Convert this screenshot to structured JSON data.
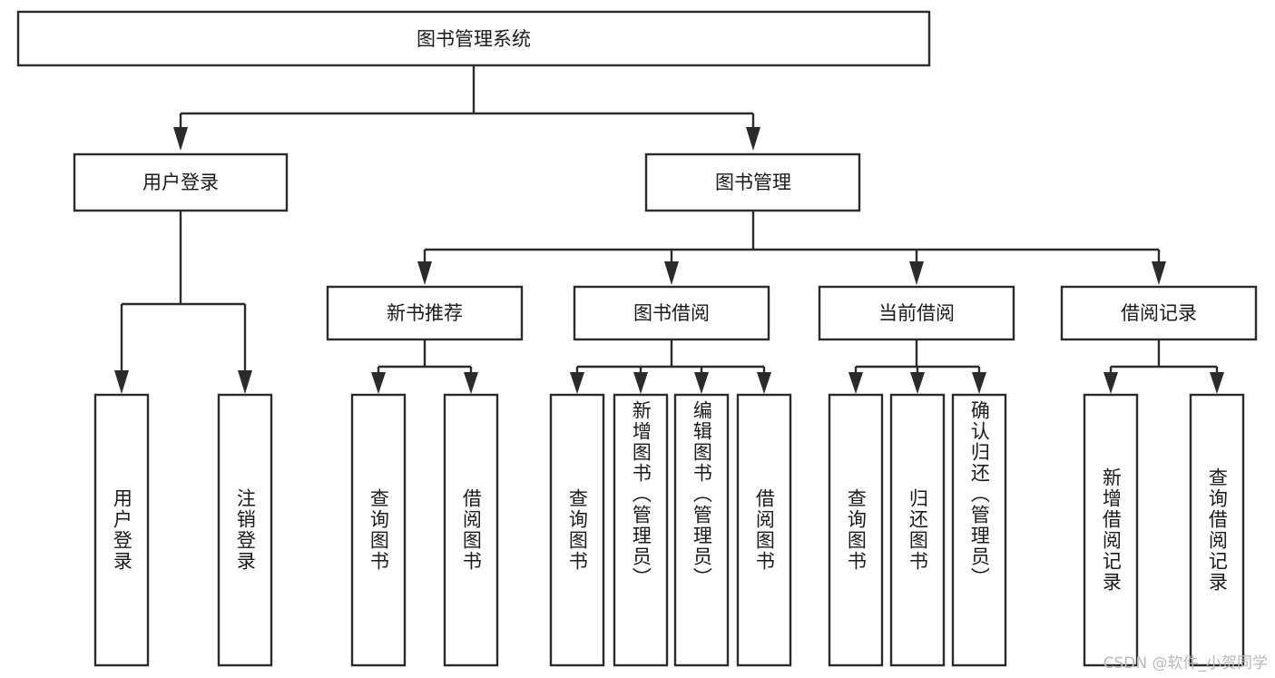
{
  "diagram": {
    "type": "tree",
    "title": "图书管理系统",
    "root": {
      "id": "root",
      "label": "图书管理系统",
      "orientation": "horizontal"
    },
    "level2": [
      {
        "id": "user-login",
        "label": "用户登录",
        "orientation": "horizontal"
      },
      {
        "id": "book-manage",
        "label": "图书管理",
        "orientation": "horizontal"
      }
    ],
    "level3": [
      {
        "id": "new-book-recommend",
        "label": "新书推荐",
        "orientation": "horizontal"
      },
      {
        "id": "book-borrow",
        "label": "图书借阅",
        "orientation": "horizontal"
      },
      {
        "id": "current-borrow",
        "label": "当前借阅",
        "orientation": "horizontal"
      },
      {
        "id": "borrow-record",
        "label": "借阅记录",
        "orientation": "horizontal"
      }
    ],
    "leaves": {
      "user-login": [
        {
          "id": "leaf-user-login",
          "label": "用户登录",
          "orientation": "vertical"
        },
        {
          "id": "leaf-logout",
          "label": "注销登录",
          "orientation": "vertical"
        }
      ],
      "new-book-recommend": [
        {
          "id": "leaf-query-book-1",
          "label": "查询图书",
          "orientation": "vertical"
        },
        {
          "id": "leaf-borrow-book-1",
          "label": "借阅图书",
          "orientation": "vertical"
        }
      ],
      "book-borrow": [
        {
          "id": "leaf-query-book-2",
          "label": "查询图书",
          "orientation": "vertical"
        },
        {
          "id": "leaf-add-book",
          "label": "新增图书（管理员）",
          "orientation": "vertical"
        },
        {
          "id": "leaf-edit-book",
          "label": "编辑图书（管理员）",
          "orientation": "vertical"
        },
        {
          "id": "leaf-borrow-book-2",
          "label": "借阅图书",
          "orientation": "vertical"
        }
      ],
      "current-borrow": [
        {
          "id": "leaf-query-book-3",
          "label": "查询图书",
          "orientation": "vertical"
        },
        {
          "id": "leaf-return-book",
          "label": "归还图书",
          "orientation": "vertical"
        },
        {
          "id": "leaf-confirm-return",
          "label": "确认归还（管理员）",
          "orientation": "vertical"
        }
      ],
      "borrow-record": [
        {
          "id": "leaf-add-record",
          "label": "新增借阅记录",
          "orientation": "vertical"
        },
        {
          "id": "leaf-query-record",
          "label": "查询借阅记录",
          "orientation": "vertical"
        }
      ]
    },
    "colors": {
      "box_fill": "#ffffff",
      "box_stroke": "#2b2b2b",
      "connector": "#2b2b2b",
      "text": "#1a1a1a",
      "watermark": "#b9b9b9",
      "background": "#ffffff"
    }
  },
  "watermark": {
    "text": "CSDN @软件_小贺同学"
  }
}
